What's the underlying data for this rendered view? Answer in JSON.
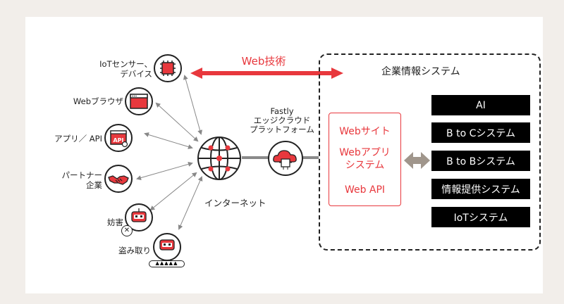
{
  "colors": {
    "accent": "#e8383d",
    "dark": "#111111",
    "arrow": "#888888",
    "double_arrow": "#a0968c"
  },
  "clients": [
    {
      "label": "IoTセンサー、\nデバイス",
      "icon": "chip-icon"
    },
    {
      "label": "Webブラウザ",
      "icon": "browser-window-icon"
    },
    {
      "label": "アプリ／ API",
      "icon": "api-app-icon"
    },
    {
      "label": "パートナー\n企業",
      "icon": "handshake-icon"
    },
    {
      "label": "妨害",
      "icon": "bad-bot-icon"
    },
    {
      "label": "盗み取り",
      "icon": "scraper-bot-icon"
    }
  ],
  "web_tech": "Web技術",
  "internet_label": "インターネット",
  "fastly_label": "Fastly\nエッジクラウド\nプラットフォーム",
  "enterprise": {
    "title": "企業情報システム",
    "web_items": [
      "Webサイト",
      "Webアプリ\nシステム",
      "Web API"
    ],
    "systems": [
      "AI",
      "B to Cシステム",
      "B to Bシステム",
      "情報提供システム",
      "IoTシステム"
    ]
  }
}
